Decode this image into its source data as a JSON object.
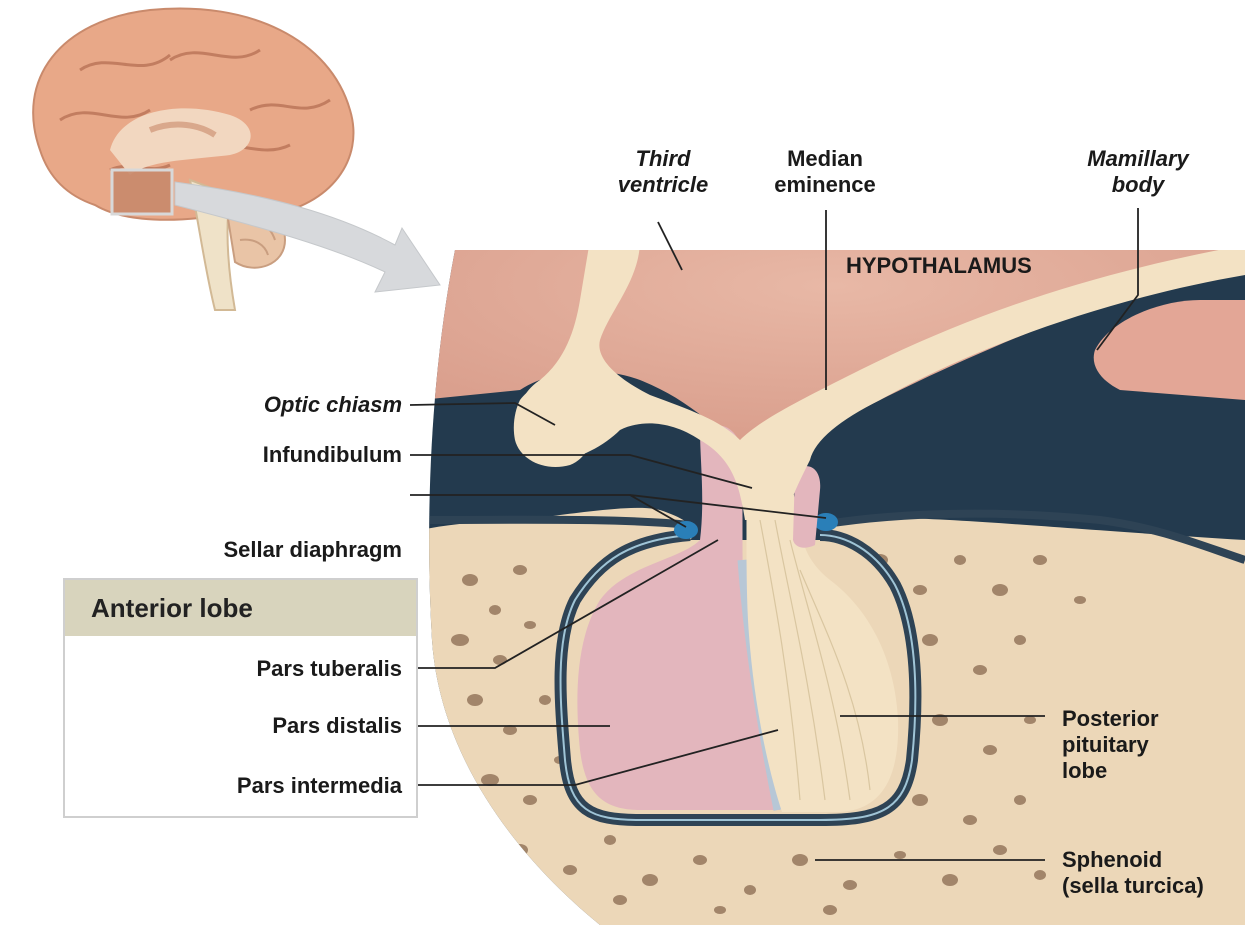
{
  "labels": {
    "third_ventricle_1": "Third",
    "third_ventricle_2": "ventricle",
    "median_eminence_1": "Median",
    "median_eminence_2": "eminence",
    "mamillary_body_1": "Mamillary",
    "mamillary_body_2": "body",
    "hypothalamus": "HYPOTHALAMUS",
    "optic_chiasm": "Optic chiasm",
    "infundibulum": "Infundibulum",
    "sellar_diaphragm": "Sellar diaphragm",
    "pars_tuberalis": "Pars tuberalis",
    "pars_distalis": "Pars distalis",
    "pars_intermedia": "Pars intermedia",
    "posterior_1": "Posterior",
    "posterior_2": "pituitary",
    "posterior_3": "lobe",
    "sphenoid_1": "Sphenoid",
    "sphenoid_2": "(sella turcica)"
  },
  "anterior_box": {
    "title": "Anterior lobe"
  },
  "colors": {
    "hypothalamus": "#e5b6a4",
    "dark_space": "#233a4e",
    "nerve_tissue": "#f3e2c4",
    "anterior_lobe": "#e3b6bd",
    "bone": "#ecd7b8",
    "bone_pores": "#8a6a50",
    "capsule": "#2e4355",
    "box_header": "#d8d4bd",
    "arrow": "#d7d9dc",
    "brain": "#e8a888"
  }
}
